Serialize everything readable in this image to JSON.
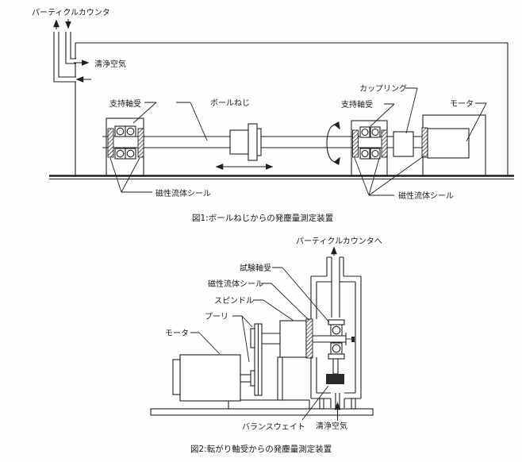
{
  "figure1": {
    "caption": "図1:ボールねじからの発塵量測定装置",
    "labels": {
      "particle_counter": "パーティクルカウンタ",
      "clean_air": "清浄空気",
      "support_bearing_left": "支持軸受",
      "ball_screw": "ボールねじ",
      "coupling": "カップリング",
      "support_bearing_right": "支持軸受",
      "motor": "モータ",
      "seal_left": "磁性流体シール",
      "seal_right": "磁性流体シール"
    }
  },
  "figure2": {
    "caption": "図2:転がり軸受からの発塵量測定装置",
    "labels": {
      "to_particle_counter": "パーティクルカウンタへ",
      "test_bearing": "試験軸受",
      "seal": "磁性流体シール",
      "spindle": "スピンドル",
      "pulley": "プーリ",
      "motor": "モータ",
      "balance_weight": "バランスウェイト",
      "clean_air": "清浄空気"
    }
  },
  "colors": {
    "ink": "#1f1f1f",
    "paper": "#ffffff"
  }
}
